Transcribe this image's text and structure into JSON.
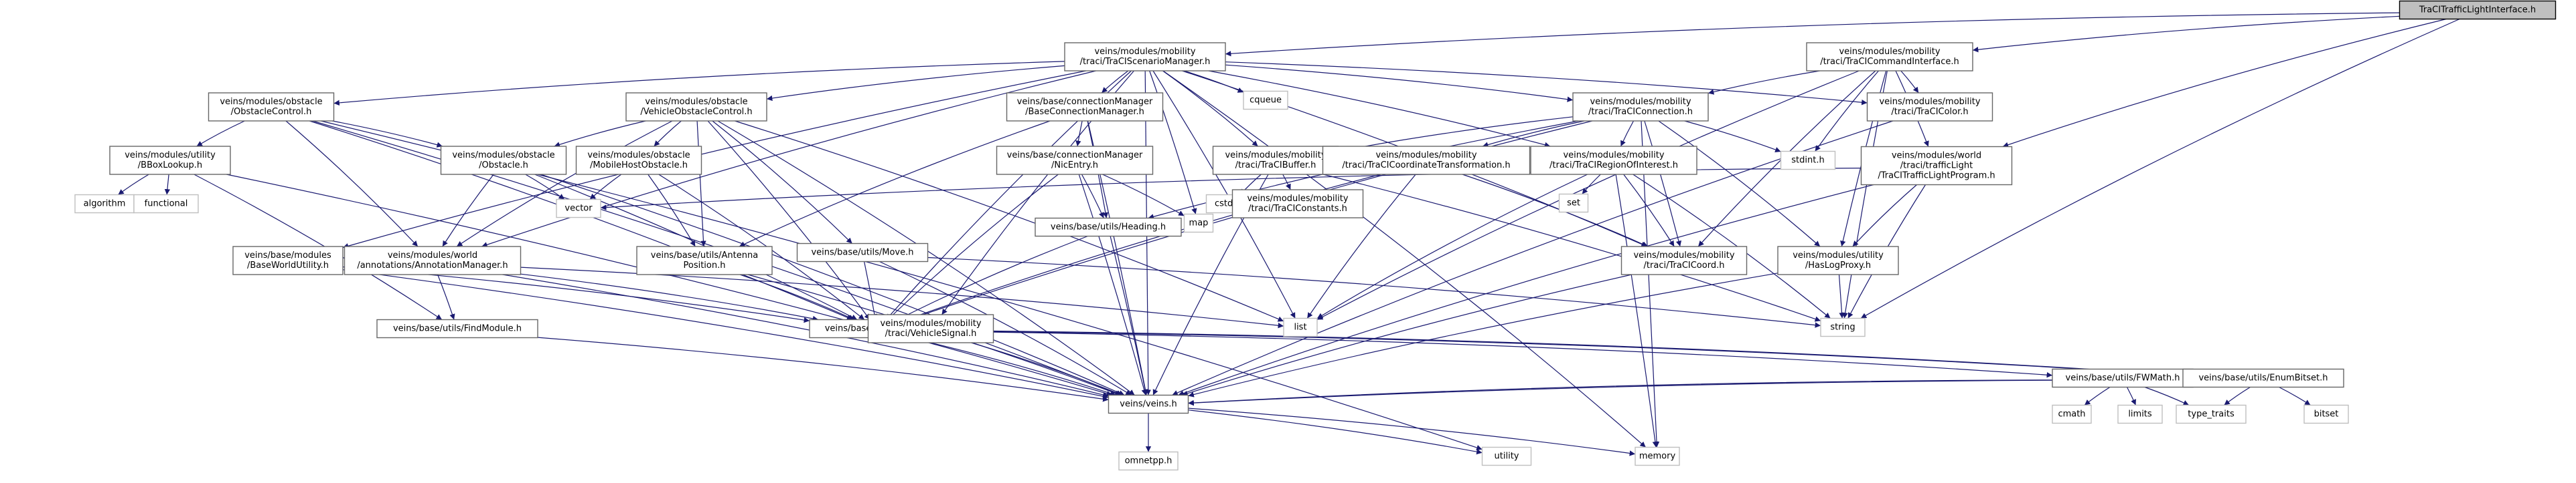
{
  "diagram": {
    "nodes": [
      {
        "id": "n0",
        "lines": [
          "TraCITrafficLightInterface.h"
        ],
        "style": "root"
      },
      {
        "id": "n1",
        "lines": [
          "veins/modules/mobility",
          "/traci/TraCIScenarioManager.h"
        ],
        "style": "box"
      },
      {
        "id": "n2",
        "lines": [
          "veins/modules/mobility",
          "/traci/TraCICommandInterface.h"
        ],
        "style": "box"
      },
      {
        "id": "n3",
        "lines": [
          "veins/modules/obstacle",
          "/ObstacleControl.h"
        ],
        "style": "box"
      },
      {
        "id": "n4",
        "lines": [
          "veins/modules/obstacle",
          "/VehicleObstacleControl.h"
        ],
        "style": "box"
      },
      {
        "id": "n5",
        "lines": [
          "veins/base/connectionManager",
          "/BaseConnectionManager.h"
        ],
        "style": "box"
      },
      {
        "id": "n6",
        "lines": [
          "cqueue"
        ],
        "style": "gray"
      },
      {
        "id": "n7",
        "lines": [
          "veins/modules/mobility",
          "/traci/TraCIConnection.h"
        ],
        "style": "box"
      },
      {
        "id": "n8",
        "lines": [
          "veins/modules/mobility",
          "/traci/TraCIColor.h"
        ],
        "style": "box"
      },
      {
        "id": "n9",
        "lines": [
          "veins/modules/world",
          "/traci/trafficLight",
          "/TraCITrafficLightProgram.h"
        ],
        "style": "box"
      },
      {
        "id": "n10",
        "lines": [
          "veins/modules/utility",
          "/BBoxLookup.h"
        ],
        "style": "box"
      },
      {
        "id": "n11",
        "lines": [
          "veins/modules/obstacle",
          "/Obstacle.h"
        ],
        "style": "box"
      },
      {
        "id": "n12",
        "lines": [
          "veins/modules/obstacle",
          "/MobileHostObstacle.h"
        ],
        "style": "box"
      },
      {
        "id": "n13",
        "lines": [
          "veins/base/connectionManager",
          "/NicEntry.h"
        ],
        "style": "box"
      },
      {
        "id": "n14",
        "lines": [
          "veins/modules/mobility",
          "/traci/TraCIBuffer.h"
        ],
        "style": "box"
      },
      {
        "id": "n15",
        "lines": [
          "veins/modules/mobility",
          "/traci/TraCICoordinateTransformation.h"
        ],
        "style": "box"
      },
      {
        "id": "n16",
        "lines": [
          "veins/modules/mobility",
          "/traci/TraCIRegionOfInterest.h"
        ],
        "style": "box"
      },
      {
        "id": "n17",
        "lines": [
          "stdint.h"
        ],
        "style": "gray"
      },
      {
        "id": "n18",
        "lines": [
          "algorithm"
        ],
        "style": "gray"
      },
      {
        "id": "n19",
        "lines": [
          "functional"
        ],
        "style": "gray"
      },
      {
        "id": "n20",
        "lines": [
          "veins/base/modules",
          "/BaseWorldUtility.h"
        ],
        "style": "box"
      },
      {
        "id": "n21",
        "lines": [
          "veins/modules/world",
          "/annotations/AnnotationManager.h"
        ],
        "style": "box"
      },
      {
        "id": "n22",
        "lines": [
          "vector"
        ],
        "style": "gray"
      },
      {
        "id": "n23",
        "lines": [
          "veins/base/utils/Antenna",
          "Position.h"
        ],
        "style": "box"
      },
      {
        "id": "n24",
        "lines": [
          "veins/base/utils/Move.h"
        ],
        "style": "box"
      },
      {
        "id": "n25",
        "lines": [
          "veins/base/utils/Heading.h"
        ],
        "style": "box"
      },
      {
        "id": "n26",
        "lines": [
          "map"
        ],
        "style": "gray"
      },
      {
        "id": "n27",
        "lines": [
          "cstddef"
        ],
        "style": "gray"
      },
      {
        "id": "n28",
        "lines": [
          "veins/modules/mobility",
          "/traci/TraCIConstants.h"
        ],
        "style": "box"
      },
      {
        "id": "n29",
        "lines": [
          "set"
        ],
        "style": "gray"
      },
      {
        "id": "n30",
        "lines": [
          "veins/modules/mobility",
          "/traci/TraCICoord.h"
        ],
        "style": "box"
      },
      {
        "id": "n31",
        "lines": [
          "veins/modules/utility",
          "/HasLogProxy.h"
        ],
        "style": "box"
      },
      {
        "id": "n32",
        "lines": [
          "veins/base/utils/FindModule.h"
        ],
        "style": "box"
      },
      {
        "id": "n33",
        "lines": [
          "veins/base/utils/Coord.h"
        ],
        "style": "box"
      },
      {
        "id": "n34",
        "lines": [
          "veins/modules/mobility",
          "/traci/VehicleSignal.h"
        ],
        "style": "box"
      },
      {
        "id": "n35",
        "lines": [
          "list"
        ],
        "style": "gray"
      },
      {
        "id": "n36",
        "lines": [
          "string"
        ],
        "style": "gray"
      },
      {
        "id": "n37",
        "lines": [
          "veins/base/utils/FWMath.h"
        ],
        "style": "box"
      },
      {
        "id": "n38",
        "lines": [
          "veins/base/utils/EnumBitset.h"
        ],
        "style": "box"
      },
      {
        "id": "n39",
        "lines": [
          "veins/veins.h"
        ],
        "style": "box"
      },
      {
        "id": "n40",
        "lines": [
          "cmath"
        ],
        "style": "gray"
      },
      {
        "id": "n41",
        "lines": [
          "limits"
        ],
        "style": "gray"
      },
      {
        "id": "n42",
        "lines": [
          "type_traits"
        ],
        "style": "gray"
      },
      {
        "id": "n43",
        "lines": [
          "bitset"
        ],
        "style": "gray"
      },
      {
        "id": "n44",
        "lines": [
          "omnetpp.h"
        ],
        "style": "gray"
      },
      {
        "id": "n45",
        "lines": [
          "utility"
        ],
        "style": "gray"
      },
      {
        "id": "n46",
        "lines": [
          "memory"
        ],
        "style": "gray"
      }
    ],
    "edges": [
      [
        "n0",
        "n1"
      ],
      [
        "n0",
        "n2"
      ],
      [
        "n0",
        "n9"
      ],
      [
        "n0",
        "n36"
      ],
      [
        "n1",
        "n3"
      ],
      [
        "n1",
        "n4"
      ],
      [
        "n1",
        "n5"
      ],
      [
        "n1",
        "n6"
      ],
      [
        "n1",
        "n7"
      ],
      [
        "n1",
        "n8"
      ],
      [
        "n1",
        "n14"
      ],
      [
        "n1",
        "n16"
      ],
      [
        "n1",
        "n20"
      ],
      [
        "n1",
        "n21"
      ],
      [
        "n1",
        "n26"
      ],
      [
        "n1",
        "n30"
      ],
      [
        "n1",
        "n33"
      ],
      [
        "n1",
        "n34"
      ],
      [
        "n1",
        "n35"
      ],
      [
        "n1",
        "n39"
      ],
      [
        "n1",
        "n46"
      ],
      [
        "n2",
        "n7"
      ],
      [
        "n2",
        "n8"
      ],
      [
        "n2",
        "n9"
      ],
      [
        "n2",
        "n17"
      ],
      [
        "n2",
        "n30"
      ],
      [
        "n2",
        "n31"
      ],
      [
        "n2",
        "n35"
      ],
      [
        "n2",
        "n36"
      ],
      [
        "n3",
        "n10"
      ],
      [
        "n3",
        "n11"
      ],
      [
        "n3",
        "n21"
      ],
      [
        "n3",
        "n33"
      ],
      [
        "n3",
        "n39"
      ],
      [
        "n3",
        "n45"
      ],
      [
        "n4",
        "n11"
      ],
      [
        "n4",
        "n12"
      ],
      [
        "n4",
        "n21"
      ],
      [
        "n4",
        "n23"
      ],
      [
        "n4",
        "n24"
      ],
      [
        "n4",
        "n33"
      ],
      [
        "n4",
        "n35"
      ],
      [
        "n4",
        "n39"
      ],
      [
        "n5",
        "n13"
      ],
      [
        "n5",
        "n23"
      ],
      [
        "n5",
        "n25"
      ],
      [
        "n5",
        "n39"
      ],
      [
        "n7",
        "n14"
      ],
      [
        "n7",
        "n15"
      ],
      [
        "n7",
        "n16"
      ],
      [
        "n7",
        "n17"
      ],
      [
        "n7",
        "n25"
      ],
      [
        "n7",
        "n30"
      ],
      [
        "n7",
        "n31"
      ],
      [
        "n7",
        "n33"
      ],
      [
        "n7",
        "n46"
      ],
      [
        "n8",
        "n39"
      ],
      [
        "n9",
        "n22"
      ],
      [
        "n9",
        "n31"
      ],
      [
        "n9",
        "n36"
      ],
      [
        "n9",
        "n39"
      ],
      [
        "n10",
        "n18"
      ],
      [
        "n10",
        "n19"
      ],
      [
        "n10",
        "n32"
      ],
      [
        "n10",
        "n39"
      ],
      [
        "n11",
        "n21"
      ],
      [
        "n11",
        "n22"
      ],
      [
        "n11",
        "n33"
      ],
      [
        "n11",
        "n39"
      ],
      [
        "n12",
        "n22"
      ],
      [
        "n12",
        "n23"
      ],
      [
        "n12",
        "n33"
      ],
      [
        "n13",
        "n25"
      ],
      [
        "n13",
        "n26"
      ],
      [
        "n13",
        "n33"
      ],
      [
        "n13",
        "n39"
      ],
      [
        "n14",
        "n27"
      ],
      [
        "n14",
        "n28"
      ],
      [
        "n14",
        "n36"
      ],
      [
        "n14",
        "n39"
      ],
      [
        "n15",
        "n30"
      ],
      [
        "n15",
        "n33"
      ],
      [
        "n15",
        "n35"
      ],
      [
        "n16",
        "n29"
      ],
      [
        "n16",
        "n30"
      ],
      [
        "n16",
        "n35"
      ],
      [
        "n16",
        "n36"
      ],
      [
        "n16",
        "n46"
      ],
      [
        "n20",
        "n33"
      ],
      [
        "n20",
        "n39"
      ],
      [
        "n21",
        "n32"
      ],
      [
        "n21",
        "n33"
      ],
      [
        "n21",
        "n35"
      ],
      [
        "n21",
        "n39"
      ],
      [
        "n23",
        "n33"
      ],
      [
        "n23",
        "n39"
      ],
      [
        "n24",
        "n33"
      ],
      [
        "n24",
        "n36"
      ],
      [
        "n24",
        "n39"
      ],
      [
        "n25",
        "n33"
      ],
      [
        "n25",
        "n39"
      ],
      [
        "n30",
        "n39"
      ],
      [
        "n31",
        "n36"
      ],
      [
        "n31",
        "n39"
      ],
      [
        "n32",
        "n39"
      ],
      [
        "n33",
        "n37"
      ],
      [
        "n33",
        "n38"
      ],
      [
        "n33",
        "n39"
      ],
      [
        "n34",
        "n38"
      ],
      [
        "n34",
        "n39"
      ],
      [
        "n37",
        "n39"
      ],
      [
        "n37",
        "n40"
      ],
      [
        "n37",
        "n41"
      ],
      [
        "n37",
        "n42"
      ],
      [
        "n38",
        "n39"
      ],
      [
        "n38",
        "n42"
      ],
      [
        "n38",
        "n43"
      ],
      [
        "n39",
        "n44"
      ],
      [
        "n39",
        "n45"
      ],
      [
        "n39",
        "n46"
      ]
    ],
    "colors": {
      "box_fill": "#ffffff",
      "box_stroke": "#666666",
      "gray_fill": "#ffffff",
      "gray_stroke": "#bfbfbf",
      "root_fill": "#bfbfbf",
      "root_stroke": "#000000",
      "edge": "#191970",
      "background": "#ffffff"
    }
  }
}
